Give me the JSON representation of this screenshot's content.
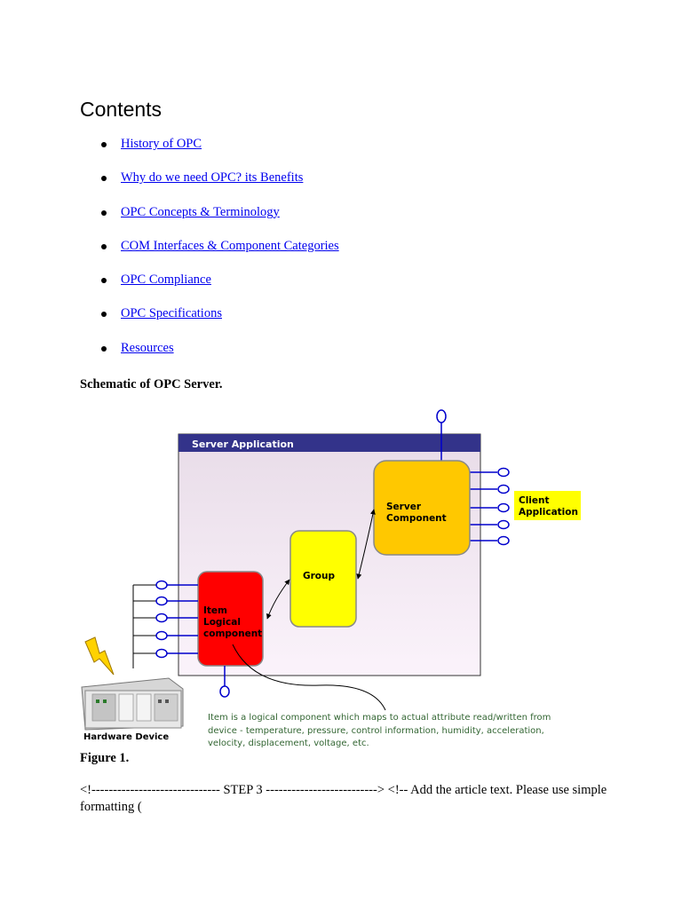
{
  "document": {
    "heading": "Contents",
    "toc": [
      "History of OPC",
      "Why do we need OPC? its Benefits",
      "OPC Concepts & Terminology",
      "COM Interfaces & Component Categories",
      "OPC Compliance",
      "OPC Specifications",
      "Resources"
    ],
    "schematic_caption": "Schematic of OPC Server.",
    "figure_label": "Figure 1.",
    "step_text": "<!------------------------------ STEP 3 --------------------------> <!-- Add the article text. Please use simple formatting ("
  },
  "diagram": {
    "server_title": "Server Application",
    "server_component_line1": "Server",
    "server_component_line2": "Component",
    "group_label": "Group",
    "item_line1": "Item",
    "item_line2": "Logical",
    "item_line3": "component",
    "client_line1": "Client",
    "client_line2": "Application",
    "note_line1": "Item is a logical component which maps to actual attribute read/written from",
    "note_line2": "device - temperature, pressure, control information, humidity, acceleration,",
    "note_line3": "velocity, displacement, voltage, etc.",
    "hardware_label": "Hardware Device",
    "colors": {
      "title_bar": "#33338a",
      "panel": "#f3e7f3",
      "server_component": "#ffc800",
      "group": "#ffff00",
      "item": "#ff0000",
      "client_highlight": "#ffff00",
      "note_text": "#336633",
      "connector": "#0000cc"
    }
  }
}
